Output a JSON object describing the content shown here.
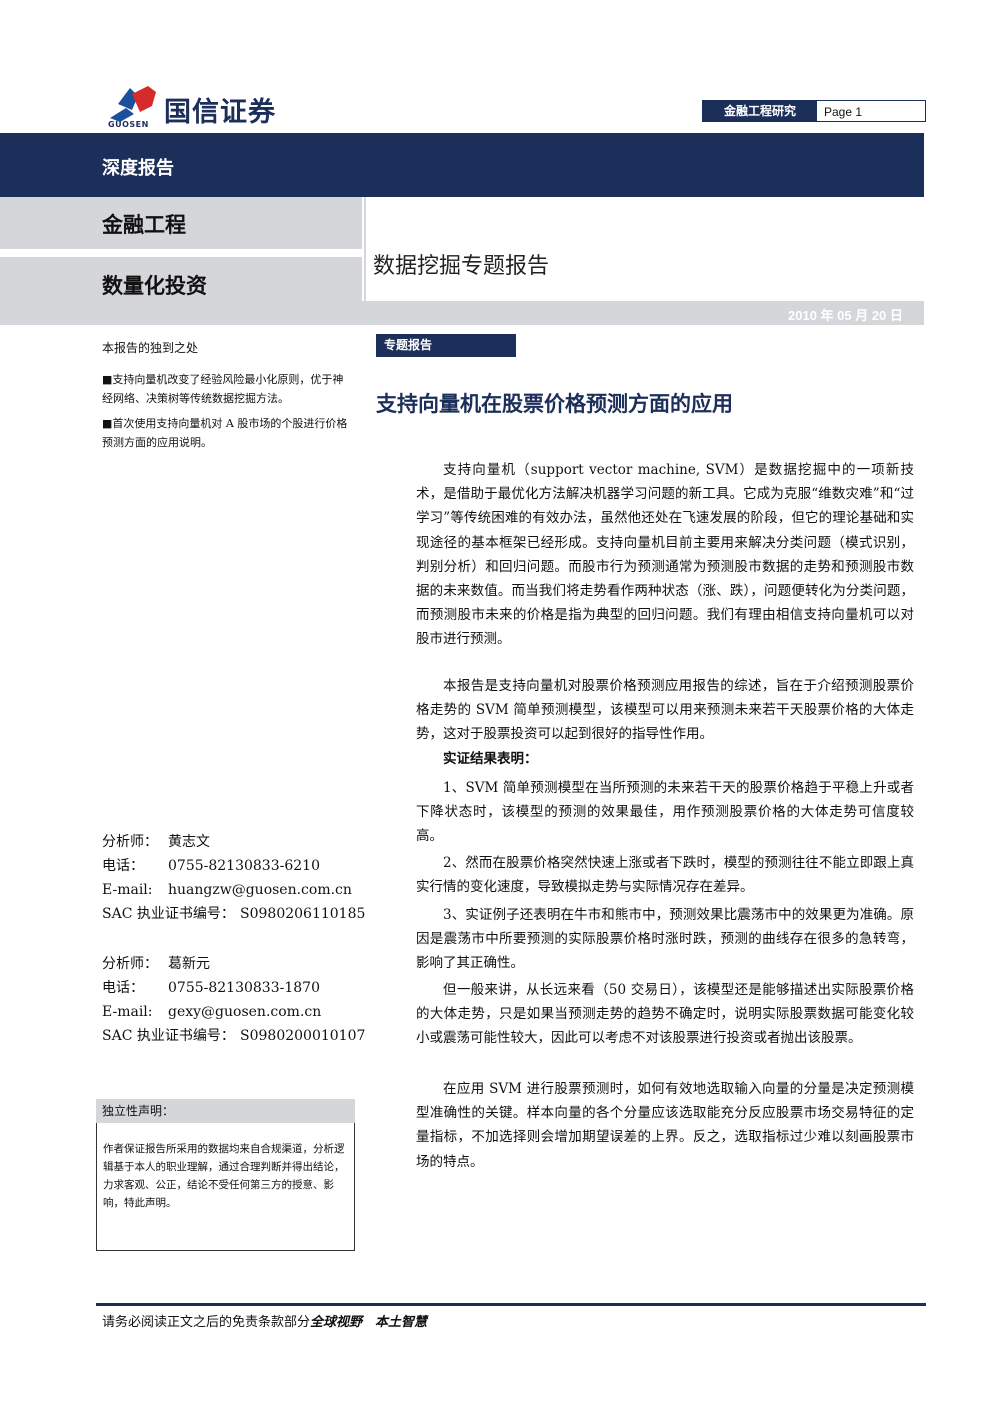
{
  "header": {
    "logo_cn": "国信证券",
    "logo_en": "GUOSEN",
    "dept_tag": "金融工程研究",
    "page_label": "Page 1",
    "banner": "深度报告",
    "category_1": "金融工程",
    "category_2": "数量化投资",
    "series_title": "数据挖掘专题报告",
    "date": "2010 年 05 月 20 日",
    "colors": {
      "navy": "#1c2e5a",
      "gray": "#d4d6da",
      "logo_red": "#d62b2b",
      "logo_blue": "#1c4f9c"
    }
  },
  "highlights": {
    "title": "本报告的独到之处",
    "items": [
      "■支持向量机改变了经验风险最小化原则，优于神经网络、决策树等传统数据挖掘方法。",
      "■首次使用支持向量机对 A 股市场的个股进行价格预测方面的应用说明。"
    ]
  },
  "analysts": [
    {
      "name_label": "分析师：",
      "name": "黄志文",
      "phone_label": "电话：",
      "phone": "0755-82130833-6210",
      "email_label": "E-mail:",
      "email": "huangzw@guosen.com.cn",
      "sac_label": "SAC 执业证书编号：",
      "sac": "S0980206110185"
    },
    {
      "name_label": "分析师：",
      "name": "葛新元",
      "phone_label": "电话：",
      "phone": "0755-82130833-1870",
      "email_label": "E-mail:",
      "email": "gexy@guosen.com.cn",
      "sac_label": "SAC 执业证书编号：",
      "sac": "S0980200010107"
    }
  ],
  "disclaimer": {
    "title": "独立性声明：",
    "text": "作者保证报告所采用的数据均来自合规渠道，分析逻辑基于本人的职业理解，通过合理判断并得出结论，力求客观、公正，结论不受任何第三方的授意、影响，特此声明。"
  },
  "report": {
    "tag": "专题报告",
    "title": "支持向量机在股票价格预测方面的应用",
    "paragraphs": [
      "支持向量机（support vector machine, SVM）是数据挖掘中的一项新技术，是借助于最优化方法解决机器学习问题的新工具。它成为克服“维数灾难”和“过学习”等传统困难的有效办法，虽然他还处在飞速发展的阶段，但它的理论基础和实现途径的基本框架已经形成。支持向量机目前主要用来解决分类问题（模式识别，判别分析）和回归问题。而股市行为预测通常为预测股市数据的走势和预测股市数据的未来数值。而当我们将走势看作两种状态（涨、跌），问题便转化为分类问题，而预测股市未来的价格是指为典型的回归问题。我们有理由相信支持向量机可以对股市进行预测。",
      "本报告是支持向量机对股票价格预测应用报告的综述，旨在于介绍预测股票价格走势的 SVM 简单预测模型，该模型可以用来预测未来若干天股票价格的大体走势，这对于股票投资可以起到很好的指导性作用。",
      "实证结果表明：",
      "1、SVM 简单预测模型在当所预测的未来若干天的股票价格趋于平稳上升或者下降状态时，该模型的预测的效果最佳，用作预测股票价格的大体走势可信度较高。",
      "2、然而在股票价格突然快速上涨或者下跌时，模型的预测往往不能立即跟上真实行情的变化速度，导致模拟走势与实际情况存在差异。",
      "3、实证例子还表明在牛市和熊市中，预测效果比震荡市中的效果更为准确。原因是震荡市中所要预测的实际股票价格时涨时跌，预测的曲线存在很多的急转弯，影响了其正确性。",
      "但一般来讲，从长远来看（50 交易日），该模型还是能够描述出实际股票价格的大体走势，只是如果当预测走势的趋势不确定时，说明实际股票数据可能变化较小或震荡可能性较大，因此可以考虑不对该股票进行投资或者抛出该股票。",
      "在应用 SVM 进行股票预测时，如何有效地选取输入向量的分量是决定预测模型准确性的关键。样本向量的各个分量应该选取能充分反应股票市场交易特征的定量指标，不加选择则会增加期望误差的上界。反之，选取指标过少难以刻画股票市场的特点。"
    ]
  },
  "footer": {
    "text": "请务必阅读正文之后的免责条款部分",
    "slogan": "全球视野　本土智慧"
  }
}
